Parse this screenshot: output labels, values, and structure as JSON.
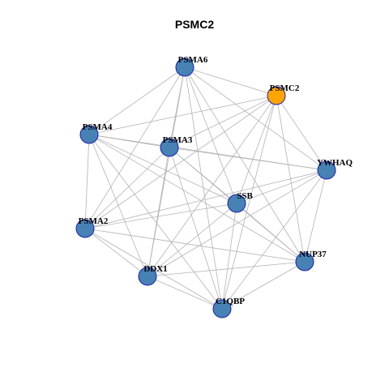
{
  "graph": {
    "title": "PSMC2",
    "colors": {
      "node_default": "#4682b4",
      "node_highlight": "#ffa500",
      "node_border": "#1f1fb4",
      "edge": "#b3b3b3"
    },
    "nodes": [
      {
        "id": "PSMA6",
        "label": "PSMA6",
        "highlight": false
      },
      {
        "id": "PSMC2",
        "label": "PSMC2",
        "highlight": true
      },
      {
        "id": "PSMA4",
        "label": "PSMA4",
        "highlight": false
      },
      {
        "id": "PSMA3",
        "label": "PSMA3",
        "highlight": false
      },
      {
        "id": "YWHAQ",
        "label": "YWHAQ",
        "highlight": false
      },
      {
        "id": "SSB",
        "label": "SSB",
        "highlight": false
      },
      {
        "id": "PSMA2",
        "label": "PSMA2",
        "highlight": false
      },
      {
        "id": "NUP37",
        "label": "NUP37",
        "highlight": false
      },
      {
        "id": "DDX1",
        "label": "DDX1",
        "highlight": false
      },
      {
        "id": "C1QBP",
        "label": "C1QBP",
        "highlight": false
      }
    ],
    "edges": [
      [
        "PSMA6",
        "PSMC2"
      ],
      [
        "PSMA6",
        "PSMA4"
      ],
      [
        "PSMA6",
        "PSMA3"
      ],
      [
        "PSMA6",
        "YWHAQ"
      ],
      [
        "PSMA6",
        "SSB"
      ],
      [
        "PSMA6",
        "PSMA2"
      ],
      [
        "PSMA6",
        "NUP37"
      ],
      [
        "PSMA6",
        "DDX1"
      ],
      [
        "PSMA6",
        "C1QBP"
      ],
      [
        "PSMC2",
        "PSMA4"
      ],
      [
        "PSMC2",
        "PSMA3"
      ],
      [
        "PSMC2",
        "YWHAQ"
      ],
      [
        "PSMC2",
        "SSB"
      ],
      [
        "PSMC2",
        "PSMA2"
      ],
      [
        "PSMC2",
        "NUP37"
      ],
      [
        "PSMC2",
        "DDX1"
      ],
      [
        "PSMC2",
        "C1QBP"
      ],
      [
        "PSMA4",
        "PSMA3"
      ],
      [
        "PSMA4",
        "YWHAQ"
      ],
      [
        "PSMA4",
        "SSB"
      ],
      [
        "PSMA4",
        "PSMA2"
      ],
      [
        "PSMA4",
        "NUP37"
      ],
      [
        "PSMA4",
        "DDX1"
      ],
      [
        "PSMA4",
        "C1QBP"
      ],
      [
        "PSMA3",
        "YWHAQ"
      ],
      [
        "PSMA3",
        "SSB"
      ],
      [
        "PSMA3",
        "PSMA2"
      ],
      [
        "PSMA3",
        "NUP37"
      ],
      [
        "PSMA3",
        "DDX1"
      ],
      [
        "PSMA3",
        "C1QBP"
      ],
      [
        "YWHAQ",
        "SSB"
      ],
      [
        "YWHAQ",
        "PSMA2"
      ],
      [
        "YWHAQ",
        "NUP37"
      ],
      [
        "YWHAQ",
        "DDX1"
      ],
      [
        "YWHAQ",
        "C1QBP"
      ],
      [
        "SSB",
        "PSMA2"
      ],
      [
        "SSB",
        "NUP37"
      ],
      [
        "SSB",
        "DDX1"
      ],
      [
        "SSB",
        "C1QBP"
      ],
      [
        "PSMA2",
        "DDX1"
      ],
      [
        "PSMA2",
        "C1QBP"
      ],
      [
        "PSMA2",
        "NUP37"
      ],
      [
        "NUP37",
        "DDX1"
      ],
      [
        "NUP37",
        "C1QBP"
      ],
      [
        "DDX1",
        "C1QBP"
      ]
    ]
  }
}
